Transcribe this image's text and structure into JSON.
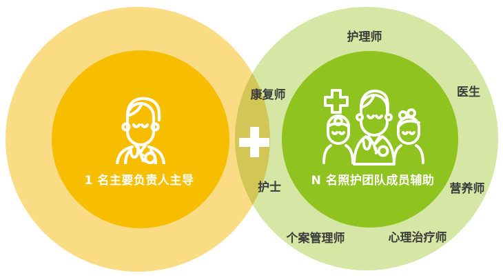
{
  "diagram": {
    "left_circle": {
      "caption": "1 名主要负责人主导",
      "icon": "doctor-icon",
      "inner_color": "#F7BE00",
      "outer_color": "#FADC85"
    },
    "right_circle": {
      "caption": "N 名照护团队成员辅助",
      "icon": "care-team-icon",
      "inner_color": "#8FC31F",
      "outer_color": "#D6E6A4"
    },
    "connector": {
      "icon": "plus-icon",
      "color": "#FFFFFF"
    },
    "roles": {
      "top": "护理师",
      "upper_right": "医生",
      "lower_right": "营养师",
      "bottom_right": "心理治疗师",
      "bottom_left": "个案管理师",
      "lower_left": "护士",
      "upper_left": "康复师"
    },
    "label_text_color": "#3B3B3B",
    "caption_text_color": "#FFFFFF"
  }
}
